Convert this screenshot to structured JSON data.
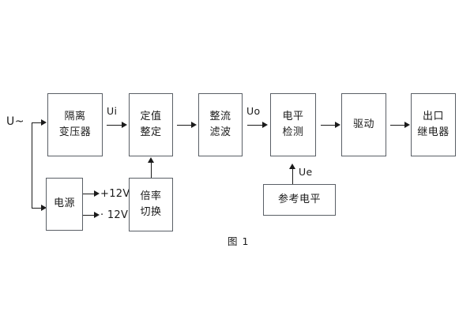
{
  "figure": {
    "caption": "图 1",
    "source_label": "U~"
  },
  "blocks": [
    {
      "id": "isolation-transformer",
      "lines": [
        "隔离",
        "变压器"
      ]
    },
    {
      "id": "setting-value",
      "lines": [
        "定值",
        "整定"
      ]
    },
    {
      "id": "rectify-filter",
      "lines": [
        "整流",
        "滤波"
      ]
    },
    {
      "id": "level-detect",
      "lines": [
        "电平",
        "检测"
      ]
    },
    {
      "id": "drive",
      "lines": [
        "驱动"
      ]
    },
    {
      "id": "output-relay",
      "lines": [
        "出口",
        "继电器"
      ]
    },
    {
      "id": "power-supply",
      "lines": [
        "电源"
      ]
    },
    {
      "id": "multiplier-switch",
      "lines": [
        "倍率",
        "切换"
      ]
    },
    {
      "id": "reference-level",
      "lines": [
        "参考电平"
      ]
    }
  ],
  "signals": {
    "ui": "Ui",
    "uo": "Uo",
    "ue": "Ue"
  },
  "power_rails": {
    "positive": "+12V",
    "negative": "· 12V"
  },
  "colors": {
    "background": "#ffffff",
    "box_border": "#5a5f66",
    "wire": "#1b1b1b",
    "text": "#1b1b1b"
  }
}
